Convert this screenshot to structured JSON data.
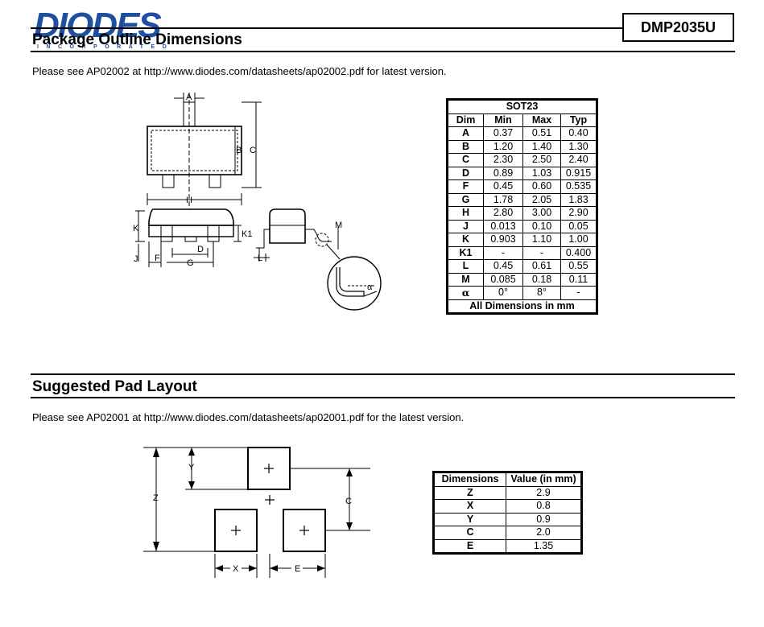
{
  "header": {
    "logo_text": "DIODES",
    "logo_sub": "INCORPORATED",
    "part_number": "DMP2035U"
  },
  "section1": {
    "title": "Package Outline Dimensions",
    "note": "Please see AP02002 at http://www.diodes.com/datasheets/ap02002.pdf for latest version."
  },
  "drawing1_labels": {
    "A": "A",
    "B": "B",
    "C": "C",
    "H": "H",
    "K": "K",
    "K1": "K1",
    "J": "J",
    "F": "F",
    "D": "D",
    "G": "G",
    "L": "L",
    "M": "M",
    "alpha": "α"
  },
  "sot23_table": {
    "title": "SOT23",
    "headers": [
      "Dim",
      "Min",
      "Max",
      "Typ"
    ],
    "rows": [
      [
        "A",
        "0.37",
        "0.51",
        "0.40"
      ],
      [
        "B",
        "1.20",
        "1.40",
        "1.30"
      ],
      [
        "C",
        "2.30",
        "2.50",
        "2.40"
      ],
      [
        "D",
        "0.89",
        "1.03",
        "0.915"
      ],
      [
        "F",
        "0.45",
        "0.60",
        "0.535"
      ],
      [
        "G",
        "1.78",
        "2.05",
        "1.83"
      ],
      [
        "H",
        "2.80",
        "3.00",
        "2.90"
      ],
      [
        "J",
        "0.013",
        "0.10",
        "0.05"
      ],
      [
        "K",
        "0.903",
        "1.10",
        "1.00"
      ],
      [
        "K1",
        "-",
        "-",
        "0.400"
      ],
      [
        "L",
        "0.45",
        "0.61",
        "0.55"
      ],
      [
        "M",
        "0.085",
        "0.18",
        "0.11"
      ],
      [
        "α",
        "0°",
        "8°",
        "-"
      ]
    ],
    "footer": "All Dimensions in mm"
  },
  "section2": {
    "title": "Suggested Pad Layout",
    "note": "Please see AP02001 at http://www.diodes.com/datasheets/ap02001.pdf for the latest version."
  },
  "drawing2_labels": {
    "Y": "Y",
    "Z": "Z",
    "C": "C",
    "X": "X",
    "E": "E"
  },
  "pad_table": {
    "headers": [
      "Dimensions",
      "Value (in mm)"
    ],
    "rows": [
      [
        "Z",
        "2.9"
      ],
      [
        "X",
        "0.8"
      ],
      [
        "Y",
        "0.9"
      ],
      [
        "C",
        "2.0"
      ],
      [
        "E",
        "1.35"
      ]
    ]
  }
}
